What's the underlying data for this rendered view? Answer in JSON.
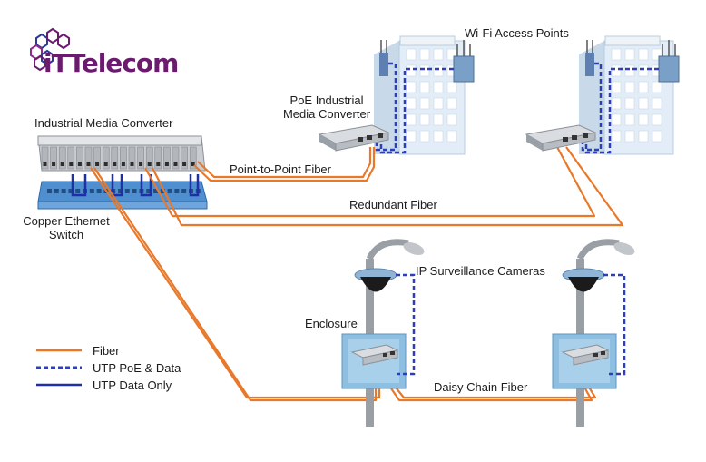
{
  "logo": {
    "text": "iTTelecom"
  },
  "labels": {
    "industrial_media_converter": "Industrial Media Converter",
    "copper_switch_line1": "Copper Ethernet",
    "copper_switch_line2": "Switch",
    "poe_converter_line1": "PoE Industrial",
    "poe_converter_line2": "Media Converter",
    "wifi_access_points": "Wi-Fi Access Points",
    "point_to_point_fiber": "Point-to-Point Fiber",
    "redundant_fiber": "Redundant Fiber",
    "ip_cameras": "IP Surveillance Cameras",
    "enclosure": "Enclosure",
    "daisy_chain_fiber": "Daisy Chain Fiber"
  },
  "legend": [
    {
      "label": "Fiber",
      "style": "fiber"
    },
    {
      "label": "UTP PoE & Data",
      "style": "utp-poe"
    },
    {
      "label": "UTP Data Only",
      "style": "utp-data"
    }
  ],
  "colors": {
    "fiber": "#e8782a",
    "utp_poe": "#2c3fb8",
    "utp_data": "#1f2fa8",
    "building": "#dde9f5",
    "enclosure": "#7fb3d8",
    "logo": "#6a1b6e"
  }
}
